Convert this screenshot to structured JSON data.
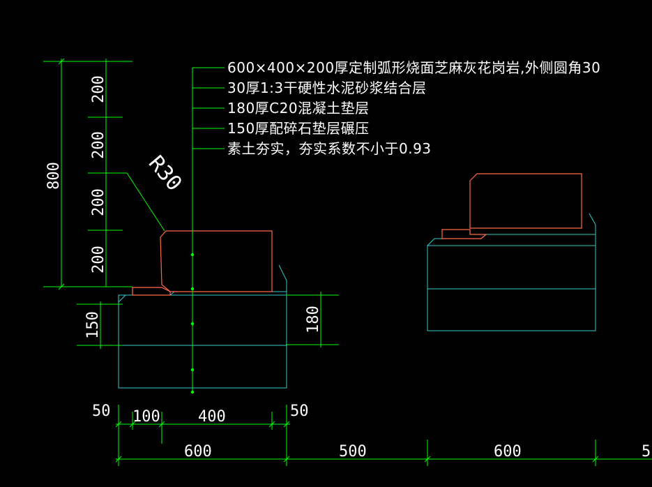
{
  "drawing": {
    "colors": {
      "background": "#000000",
      "dimension": "#00ff00",
      "base_outline": "#33cccc",
      "curb_outline": "#ff6a4a",
      "text": "#ffffff"
    },
    "notes": [
      "600×400×200厚定制弧形烧面芝麻灰花岗岩,外侧圆角30",
      "30厚1:3干硬性水泥砂浆结合层",
      "180厚C20混凝土垫层",
      "150厚配碎石垫层碾压",
      "素土夯实，夯实系数不小于0.93"
    ],
    "radius_label": "R30",
    "vertical_dims": {
      "total": "800",
      "segments": [
        "200",
        "200",
        "200",
        "200"
      ],
      "left_layer": "150",
      "right_layer": "180"
    },
    "horizontal_dims": {
      "left_offset": "50",
      "right_offset": "50",
      "inner_a": "100",
      "inner_b": "400",
      "bottom": [
        "600",
        "500",
        "600",
        "5"
      ]
    }
  }
}
